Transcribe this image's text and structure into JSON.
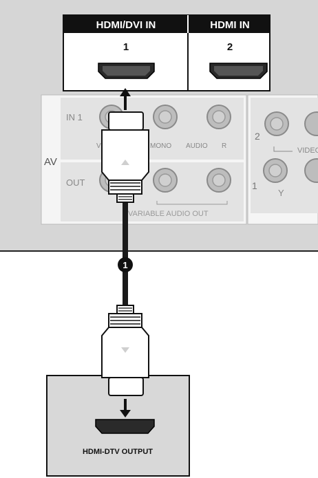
{
  "tv_panel": {
    "hdmi_dvi_header": "HDMI/DVI IN",
    "hdmi_header": "HDMI IN",
    "port_1_number": "1",
    "port_2_number": "2"
  },
  "av_panel": {
    "av_label": "AV",
    "in1_label": "IN 1",
    "out_label": "OUT",
    "video_label": "VIDEO",
    "mono_label": "MONO",
    "audio_label": "AUDIO",
    "r_label": "R",
    "variable_audio_out_label": "VARIABLE AUDIO OUT"
  },
  "component_panel": {
    "row_2_label": "2",
    "row_1_label": "1",
    "video_label": "VIDEO",
    "y_label": "Y"
  },
  "cable": {
    "step_badge": "1"
  },
  "device": {
    "output_label": "HDMI-DTV OUTPUT"
  },
  "colors": {
    "panel_gray": "#d9d9d9",
    "light_gray": "#e6e6e6",
    "port_header_black": "#111111",
    "cable_black": "#1a1a1a"
  },
  "icons": [
    "hdmi-port-icon",
    "arrow-up-icon",
    "arrow-down-icon",
    "rca-jack-icon",
    "hdmi-plug-icon"
  ]
}
